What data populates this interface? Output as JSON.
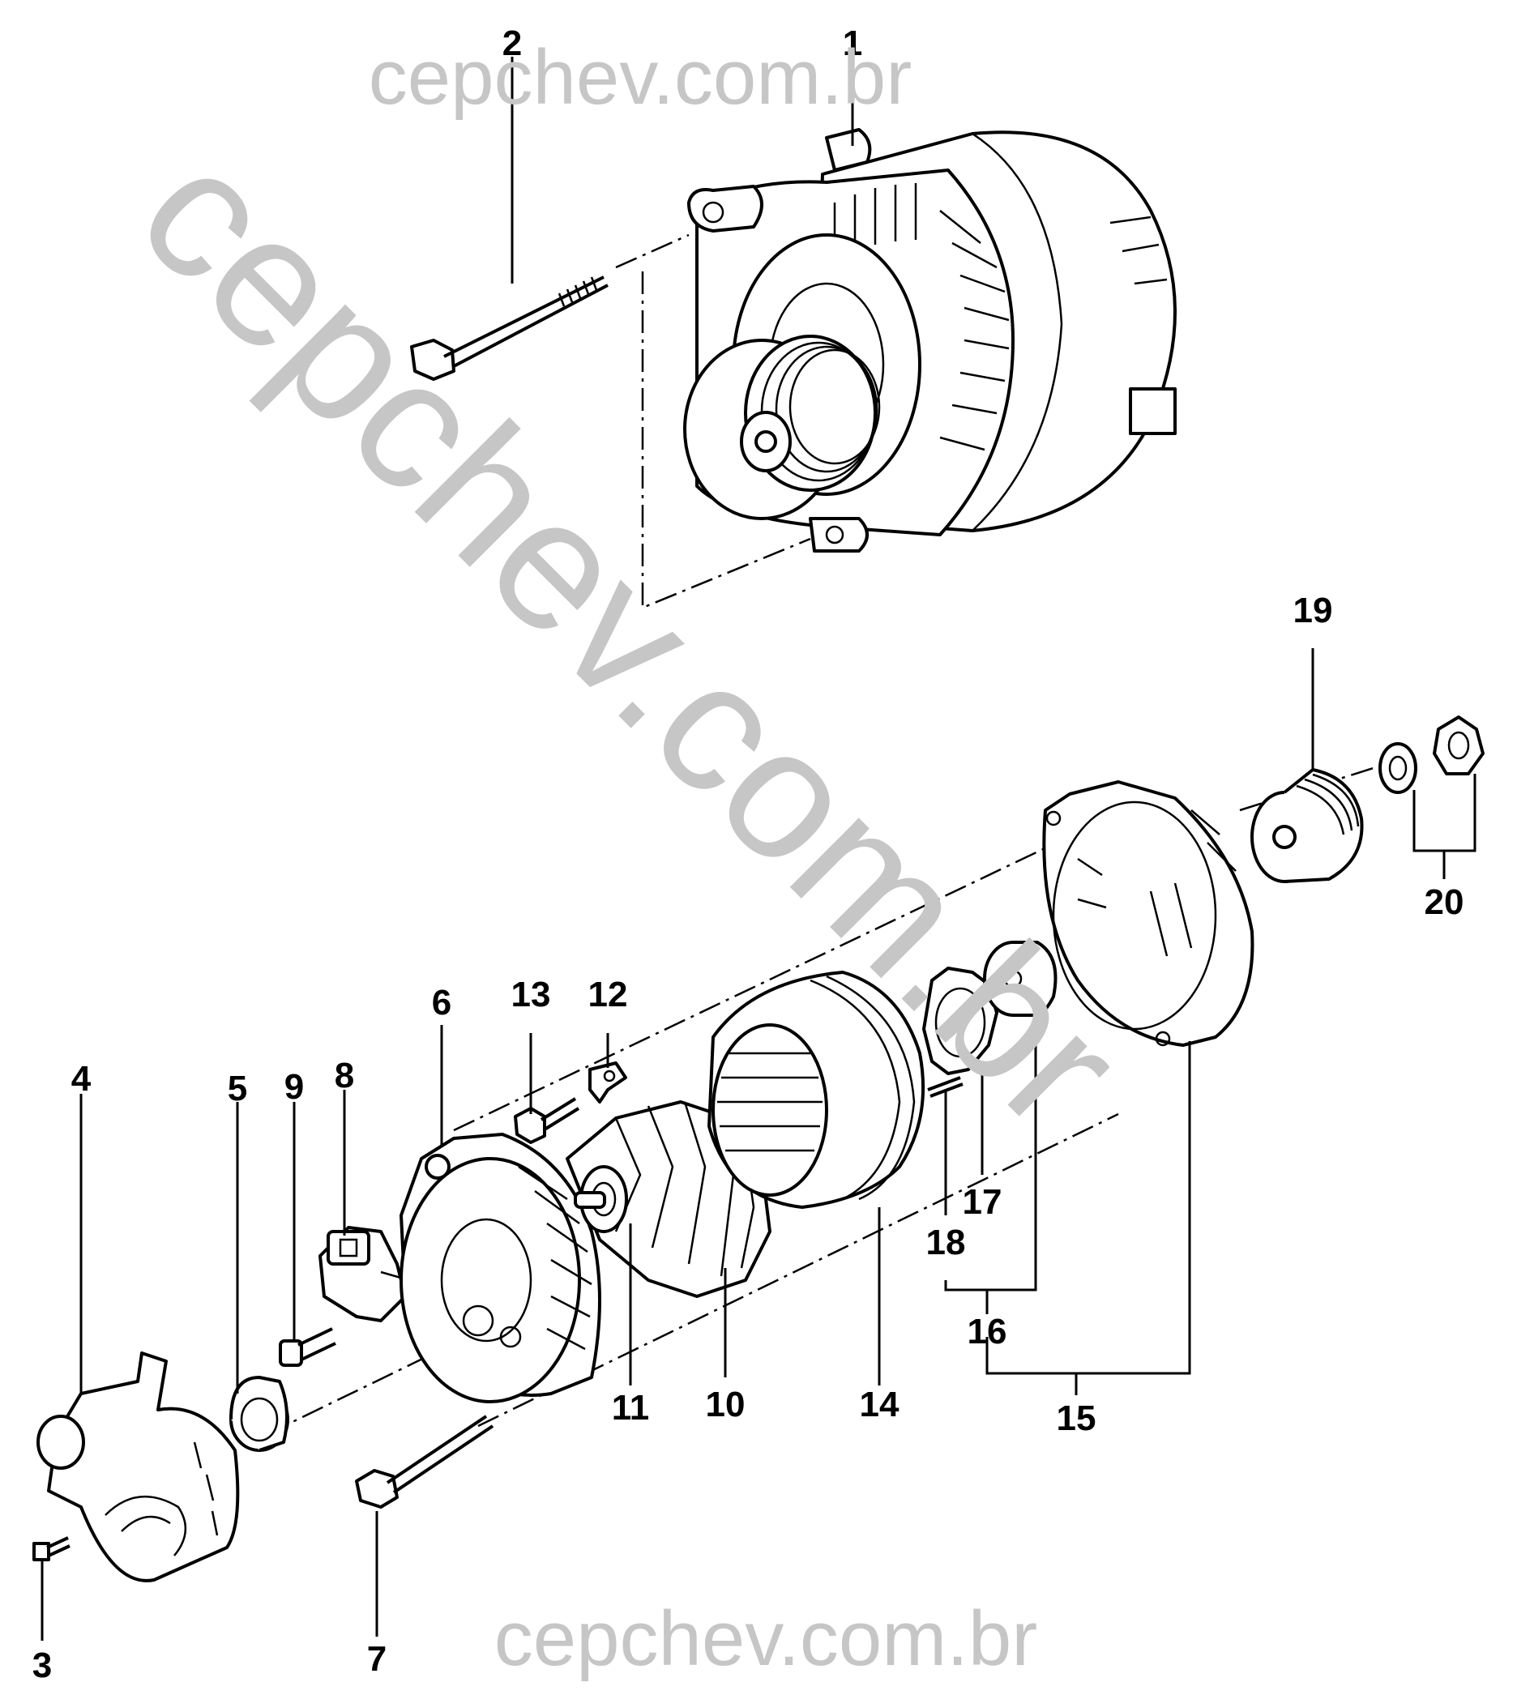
{
  "watermark": {
    "top": "cepchev.com.br",
    "diagonal": "cepchev.com.br",
    "bottom": "cepchev.com.br"
  },
  "callouts": {
    "n1": "1",
    "n2": "2",
    "n3": "3",
    "n4": "4",
    "n5": "5",
    "n6": "6",
    "n7": "7",
    "n8": "8",
    "n9": "9",
    "n10": "10",
    "n11": "11",
    "n12": "12",
    "n13": "13",
    "n14": "14",
    "n15": "15",
    "n16": "16",
    "n17": "17",
    "n18": "18",
    "n19": "19",
    "n20": "20"
  }
}
